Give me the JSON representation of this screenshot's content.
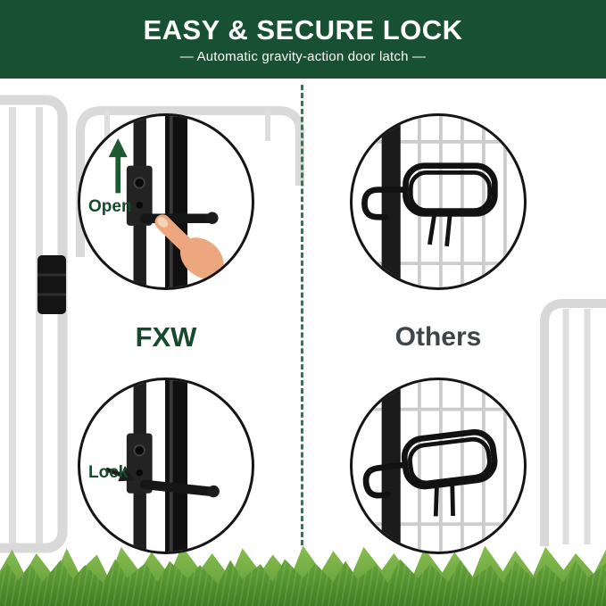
{
  "header": {
    "title": "EASY & SECURE LOCK",
    "subtitle": "—  Automatic gravity-action door latch  —"
  },
  "comparison": {
    "left_brand": "FXW",
    "right_brand": "Others",
    "open_label": "Open",
    "lock_label": "Lock"
  },
  "icons": {
    "up_arrow": "green up arrow",
    "pointing_finger": "hand pressing latch",
    "lock_arrow": "dark arrow toward latch"
  },
  "colors": {
    "header_bg": "#175032",
    "accent_green": "#17492c",
    "divider_green": "#2e7a4b",
    "others_text": "#3f4449",
    "grass_light": "#6aa83c",
    "grass_dark": "#3f7d22"
  }
}
